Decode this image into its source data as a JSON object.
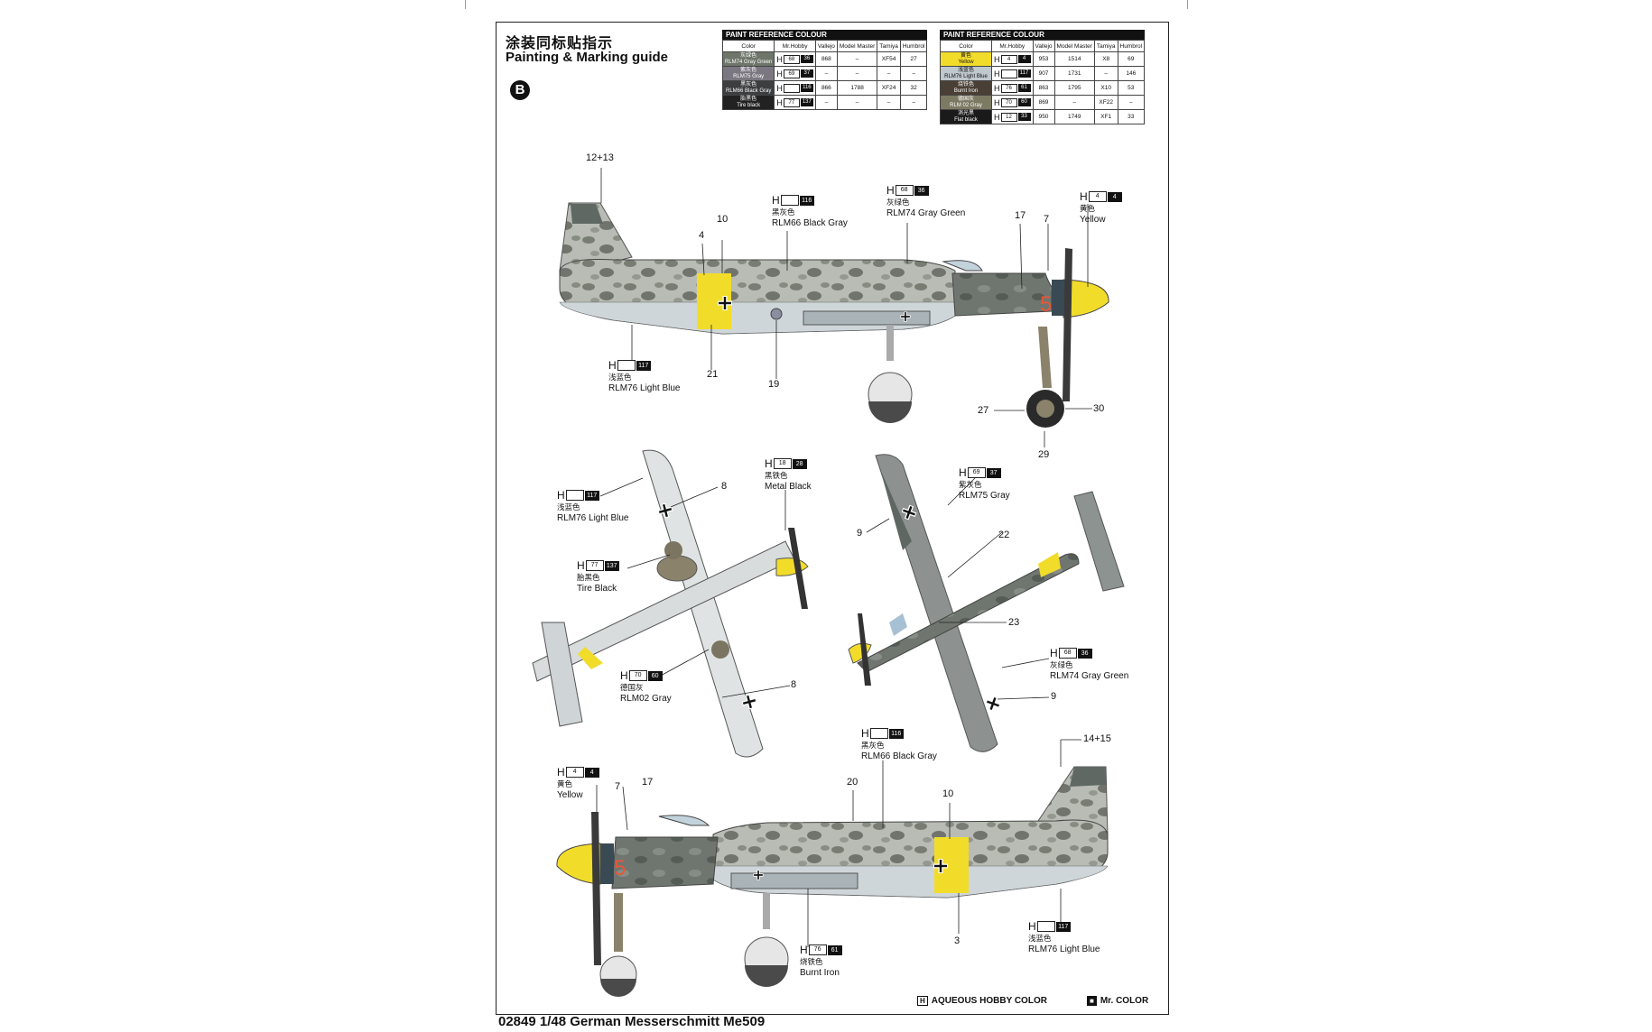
{
  "header": {
    "title_cn": "涂装同标贴指示",
    "title_en": "Painting & Marking guide",
    "scheme_badge": "B"
  },
  "footer": {
    "product": "02849 1/48 German Messerschmitt Me509",
    "legend_h": "AQUEOUS HOBBY COLOR",
    "legend_h_mark": "H",
    "legend_m": "Mr. COLOR",
    "legend_m_mark": "■"
  },
  "tables": {
    "caption": "PAINT  REFERENCE COLOUR",
    "headers": [
      "Color",
      "Mr.Hobby",
      "Vallejo",
      "Model Master",
      "Tamiya",
      "Humbrol"
    ],
    "left": [
      {
        "swatch_cn": "灰绿色",
        "swatch_en": "RLM74 Gray Green",
        "swatch_color": "#6e7569",
        "h": "68",
        "m": "36",
        "vallejo": "868",
        "model_master": "–",
        "tamiya": "XF54",
        "humbrol": "27"
      },
      {
        "swatch_cn": "紫灰色",
        "swatch_en": "RLM75 Gray",
        "swatch_color": "#7a7780",
        "h": "69",
        "m": "37",
        "vallejo": "–",
        "model_master": "–",
        "tamiya": "–",
        "humbrol": "–"
      },
      {
        "swatch_cn": "黑灰色",
        "swatch_en": "RLM66 Black Gray",
        "swatch_color": "#3c3e40",
        "h": "",
        "m": "116",
        "vallejo": "866",
        "model_master": "1788",
        "tamiya": "XF24",
        "humbrol": "32"
      },
      {
        "swatch_cn": "胎黑色",
        "swatch_en": "Tire black",
        "swatch_color": "#222222",
        "h": "77",
        "m": "137",
        "vallejo": "–",
        "model_master": "–",
        "tamiya": "–",
        "humbrol": "–"
      }
    ],
    "right": [
      {
        "swatch_cn": "黄色",
        "swatch_en": "Yellow",
        "swatch_color": "#f2dc2a",
        "h": "4",
        "m": "4",
        "vallejo": "953",
        "model_master": "1514",
        "tamiya": "X8",
        "humbrol": "69"
      },
      {
        "swatch_cn": "浅蓝色",
        "swatch_en": "RLM76 Light Blue",
        "swatch_color": "#bfc8cd",
        "h": "",
        "m": "117",
        "vallejo": "907",
        "model_master": "1731",
        "tamiya": "–",
        "humbrol": "146"
      },
      {
        "swatch_cn": "烧铁色",
        "swatch_en": "Burnt Iron",
        "swatch_color": "#4a3f35",
        "h": "76",
        "m": "61",
        "vallejo": "863",
        "model_master": "1795",
        "tamiya": "X10",
        "humbrol": "53"
      },
      {
        "swatch_cn": "德国灰",
        "swatch_en": "RLM 02 Gray",
        "swatch_color": "#7c7a63",
        "h": "70",
        "m": "60",
        "vallejo": "869",
        "model_master": "–",
        "tamiya": "XF22",
        "humbrol": "–"
      },
      {
        "swatch_cn": "消光黑",
        "swatch_en": "Flat black",
        "swatch_color": "#1a1a1a",
        "h": "12",
        "m": "33",
        "vallejo": "950",
        "model_master": "1749",
        "tamiya": "XF1",
        "humbrol": "33"
      }
    ]
  },
  "callouts": {
    "top_116": {
      "h": "",
      "m": "116",
      "cn": "黑灰色",
      "en": "RLM66 Black Gray"
    },
    "top_36": {
      "h": "68",
      "m": "36",
      "cn": "灰绿色",
      "en": "RLM74 Gray Green"
    },
    "top_4": {
      "h": "4",
      "m": "4",
      "cn": "黄色",
      "en": "Yellow"
    },
    "top_117": {
      "h": "",
      "m": "117",
      "cn": "浅蓝色",
      "en": "RLM76 Light Blue"
    },
    "mid_117": {
      "h": "",
      "m": "117",
      "cn": "浅蓝色",
      "en": "RLM76 Light Blue"
    },
    "mid_28": {
      "h": "18",
      "m": "28",
      "cn": "黑铁色",
      "en": "Metal  Black"
    },
    "mid_137": {
      "h": "77",
      "m": "137",
      "cn": "胎黑色",
      "en": "Tire Black"
    },
    "mid_60": {
      "h": "70",
      "m": "60",
      "cn": "德国灰",
      "en": "RLM02 Gray"
    },
    "mid_37": {
      "h": "69",
      "m": "37",
      "cn": "紫灰色",
      "en": "RLM75 Gray"
    },
    "mid_36": {
      "h": "68",
      "m": "36",
      "cn": "灰绿色",
      "en": "RLM74 Gray Green"
    },
    "bot_4": {
      "h": "4",
      "m": "4",
      "cn": "黄色",
      "en": "Yellow"
    },
    "bot_116": {
      "h": "",
      "m": "116",
      "cn": "黑灰色",
      "en": "RLM66 Black Gray"
    },
    "bot_61": {
      "h": "76",
      "m": "61",
      "cn": "烧铁色",
      "en": "Burnt Iron"
    },
    "bot_117": {
      "h": "",
      "m": "117",
      "cn": "浅蓝色",
      "en": "RLM76 Light Blue"
    }
  },
  "decal_numbers": {
    "n12_13": "12+13",
    "n10a": "10",
    "n4": "4",
    "n17a": "17",
    "n7a": "7",
    "n21": "21",
    "n19": "19",
    "n27": "27",
    "n30": "30",
    "n29": "29",
    "n8a": "8",
    "n8b": "8",
    "n9a": "9",
    "n22": "22",
    "n23": "23",
    "n9b": "9",
    "n14_15": "14+15",
    "n7b": "7",
    "n17b": "17",
    "n20": "20",
    "n10b": "10",
    "n3": "3"
  },
  "aircraft_number": "5",
  "colors": {
    "yellow": "#f2dc2a",
    "light_blue": "#c9d3d8",
    "mottle": "#6e7266",
    "spinner_dark": "#3a4a55",
    "number_red": "#e8553a"
  }
}
